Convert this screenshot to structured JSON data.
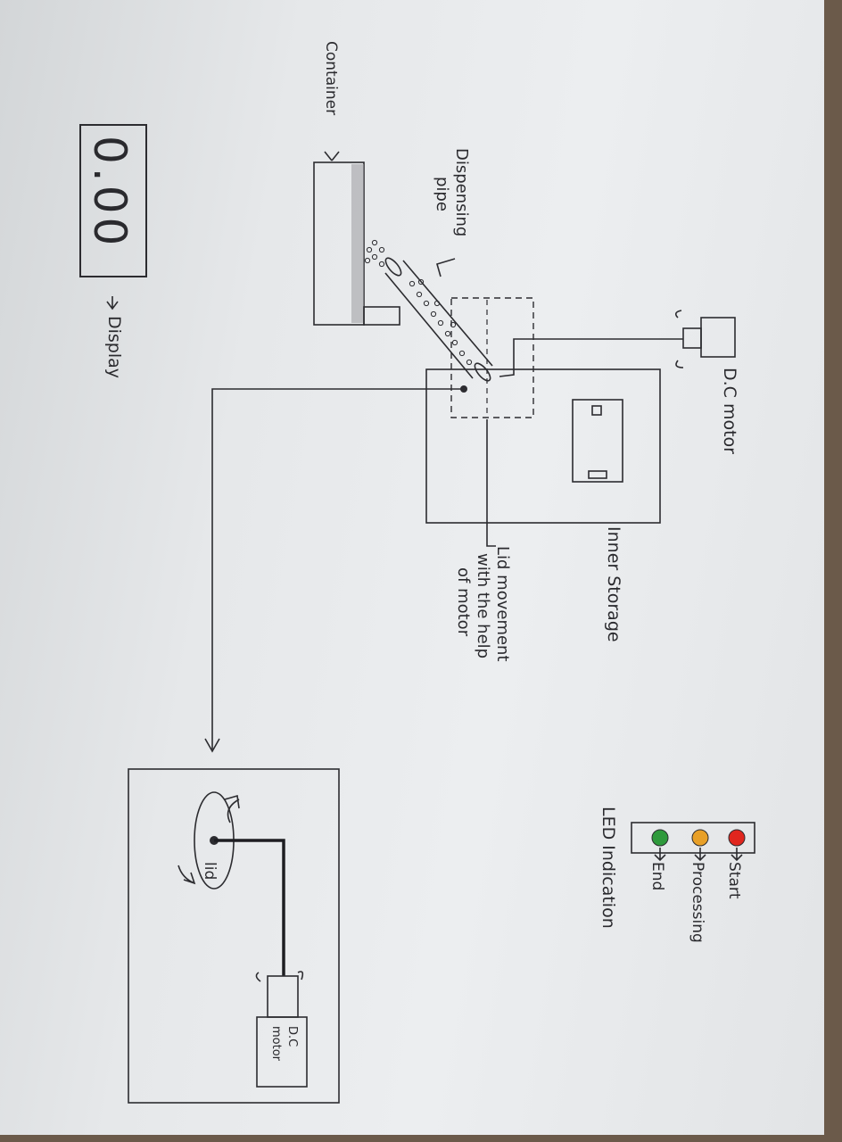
{
  "labels": {
    "dc_motor_top": "D.C motor",
    "inner_storage": "Inner Storage",
    "lid_movement_1": "Lid movement",
    "lid_movement_2": "with the help",
    "lid_movement_3": "of motor",
    "dispensing_pipe_1": "Dispensing",
    "dispensing_pipe_2": "pipe",
    "container": "Container",
    "display_label": "Display",
    "display_value": "0.00",
    "led_title": "LED Indication",
    "led_start": "Start",
    "led_processing": "Processing",
    "led_end": "End",
    "lid_label": "lid",
    "dc_motor_bottom_1": "D.C",
    "dc_motor_bottom_2": "motor"
  },
  "led_colors": {
    "start": "#e0261e",
    "processing": "#e8a028",
    "end": "#2f9a3c"
  }
}
